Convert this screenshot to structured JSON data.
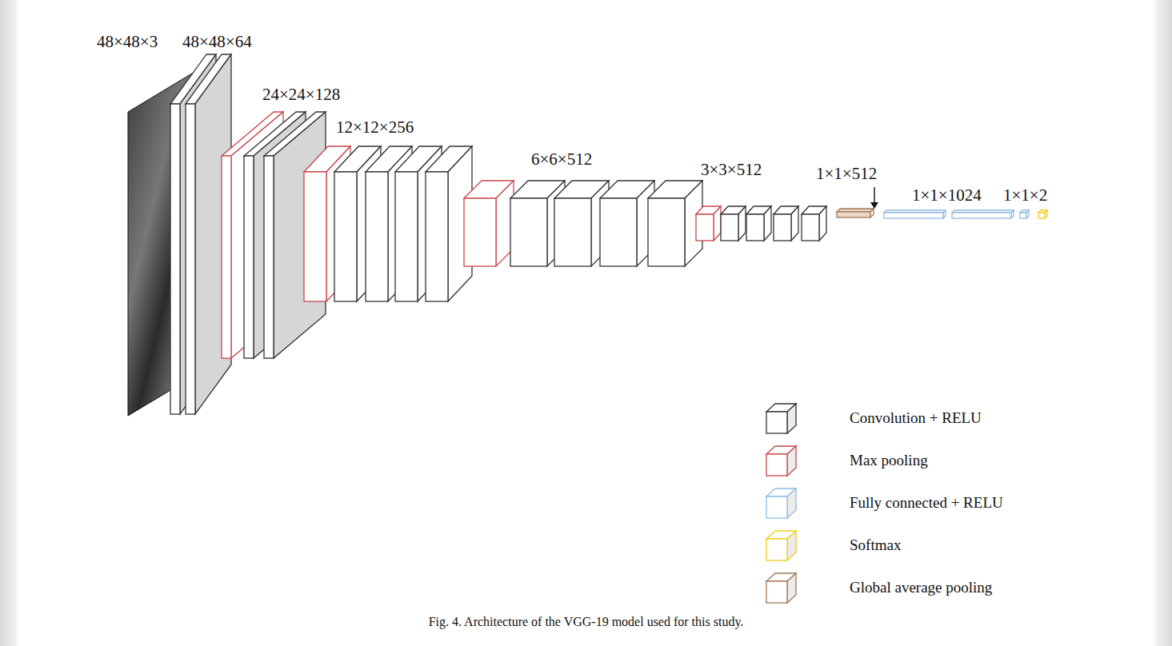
{
  "diagram": {
    "caption": "Fig. 4. Architecture of the VGG-19 model used for this study.",
    "labels": [
      "48×48×3",
      "48×48×64",
      "24×24×128",
      "12×12×256",
      "6×6×512",
      "3×3×512",
      "1×1×512",
      "1×1×1024",
      "1×1×2"
    ],
    "legend": [
      {
        "text": "Convolution + RELU",
        "color": "#333333"
      },
      {
        "text": "Max pooling",
        "color": "#c8474b"
      },
      {
        "text": "Fully connected + RELU",
        "color": "#8fbbe3"
      },
      {
        "text": "Softmax",
        "color": "#eecf1a"
      },
      {
        "text": "Global average pooling",
        "color": "#a0785a"
      }
    ]
  }
}
